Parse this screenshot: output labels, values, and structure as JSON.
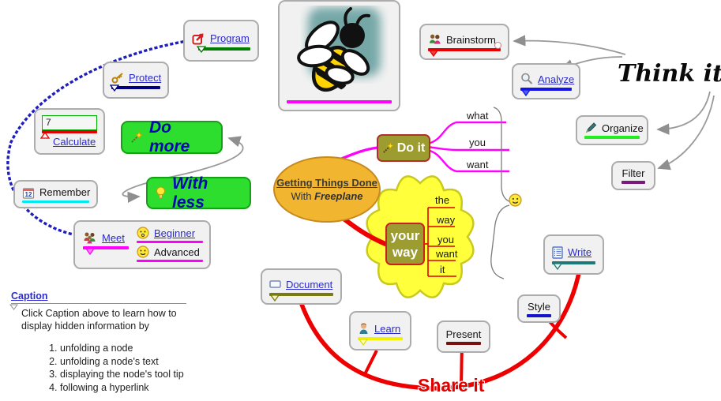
{
  "map": {
    "central": {
      "title": "Getting Things Done",
      "with": "With",
      "brand": "Freeplane"
    },
    "left": {
      "program": "Program",
      "protect": "Protect",
      "calculate": {
        "value": "7",
        "label": "Calculate"
      },
      "do_more": "Do more",
      "with_less": "With less",
      "remember": "Remember",
      "remember_icon_text": "12",
      "meet": "Meet",
      "beginner": "Beginner",
      "advanced": "Advanced"
    },
    "right": {
      "think_it": "Think it",
      "brainstorm": "Brainstorm",
      "analyze": "Analyze",
      "organize": "Organize",
      "filter": "Filter"
    },
    "do_it": {
      "label": "Do it",
      "children": [
        "what",
        "you",
        "want"
      ]
    },
    "your_way": {
      "line1": "your",
      "line2": "way",
      "children": [
        "the",
        "way",
        "you",
        "want",
        "it"
      ]
    },
    "bottom": {
      "document": "Document",
      "learn": "Learn",
      "present": "Present",
      "style": "Style",
      "write": "Write",
      "share_it": "Share it"
    },
    "caption": {
      "title": "Caption",
      "intro": "Click Caption above to learn how to display hidden information by",
      "items": [
        "unfolding a node",
        "unfolding a node's text",
        "displaying the node's tool tip",
        "following a hyperlink"
      ]
    }
  },
  "icons": {
    "program": "launch-arrow-icon",
    "protect": "key-icon",
    "calculate": "warning-triangle-icon",
    "do_more": "magic-wand-icon",
    "with_less": "lightbulb-icon",
    "remember": "calendar-icon",
    "meet": "group-icon",
    "beginner": "smiley-surprised-icon",
    "advanced": "smiley-icon",
    "brainstorm": "people-icon",
    "analyze": "magnifier-icon",
    "organize": "pencil-icon",
    "do_it": "magic-wand-icon",
    "summary": "smiley-icon",
    "document": "frame-icon",
    "learn": "student-icon",
    "write": "list-icon",
    "bee": "bee-illustration"
  },
  "colors": {
    "link_blue": "#2B2BCC",
    "green_node_bg": "#2EDE2E",
    "green_node_text": "#0008B0",
    "olive_node_bg": "#9C9C30",
    "central_ellipse_bg": "#F2B52F",
    "cloud_yellow": "#FFFF3C",
    "edge_magenta": "#FF00FF",
    "edge_red": "#EE0000",
    "dotted_connector_blue": "#1F1FBF",
    "connector_gray": "#8F8F8F",
    "bar_program": "#007C00",
    "bar_protect": "#000080",
    "bar_calculate": "#E00000",
    "bar_remember": "#00E8F0",
    "bar_meet": "#FF00FF",
    "bar_brainstorm": "#E80000",
    "bar_analyze": "#1414E8",
    "bar_organize": "#22EE22",
    "bar_filter": "#7A1A7A",
    "bar_write": "#1E7A78",
    "bar_style": "#1414CC",
    "bar_document": "#7A7A10",
    "bar_learn": "#F2F200",
    "bar_present": "#7A1010",
    "bar_bee": "#FF00FF"
  }
}
